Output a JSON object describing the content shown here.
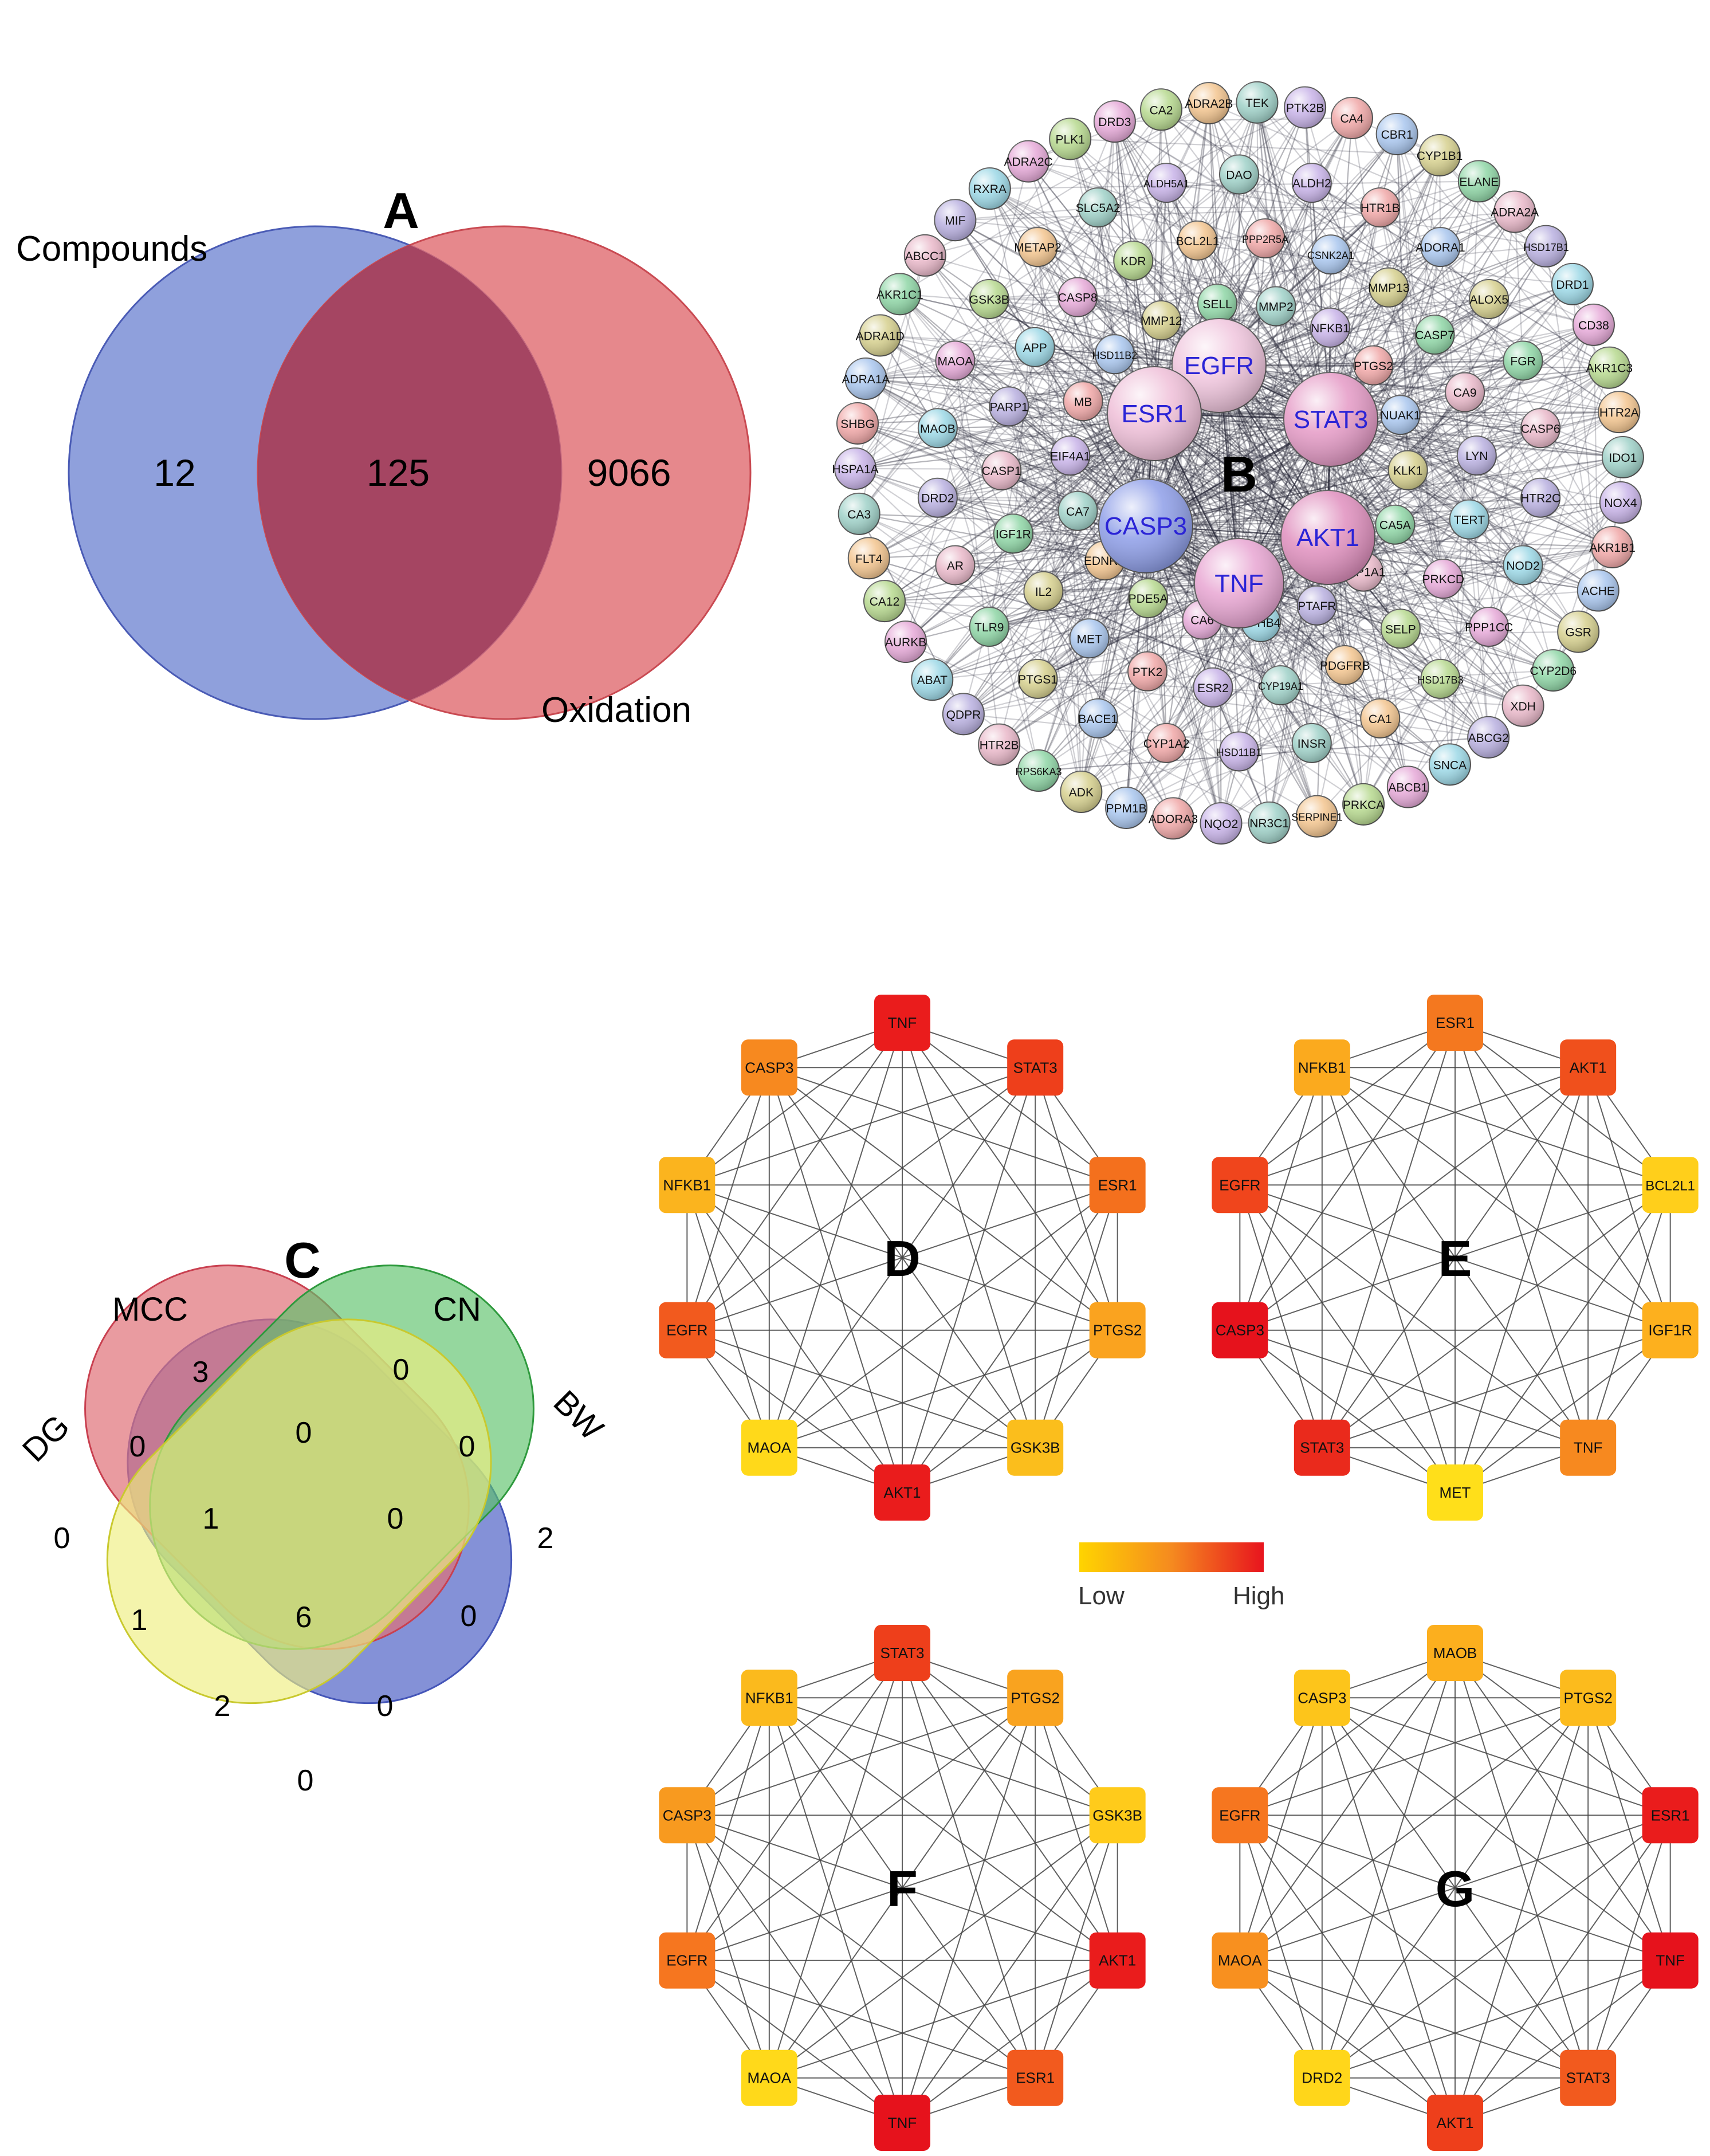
{
  "panel_a": {
    "letter": "A",
    "set_left_label": "Compounds",
    "set_right_label": "Oxidation",
    "only_left": "12",
    "overlap": "125",
    "only_right": "9066",
    "colors": {
      "left": "#7b8fd6",
      "right": "#e06a6f",
      "overlap": "#a0405e"
    }
  },
  "panel_b": {
    "letter": "B",
    "hubs": [
      "EGFR",
      "ESR1",
      "STAT3",
      "CASP3",
      "AKT1",
      "TNF"
    ],
    "inner_nodes": [
      "DAO",
      "ALDH2",
      "HTR1B",
      "ADORA1",
      "ALOX5",
      "FGR",
      "CASP6",
      "HTR2C",
      "NOD2",
      "PPP1CC",
      "HSD17B3",
      "CA1",
      "INSR",
      "HSD11B1",
      "CYP1A2",
      "BACE1",
      "PTGS1",
      "TLR9",
      "AR",
      "DRD2",
      "MAOB",
      "MAOA",
      "GSK3B",
      "METAP2",
      "SLC5A2",
      "ALDH5A1",
      "PPP2R5A",
      "CSNK2A1",
      "MMP13",
      "CASP7",
      "CA9",
      "LYN",
      "TERT",
      "PRKCD",
      "SELP",
      "PDGFRB",
      "CYP19A1",
      "ESR2",
      "PTK2",
      "MET",
      "IL2",
      "IGF1R",
      "CASP1",
      "PARP1",
      "APP",
      "CASP8",
      "KDR",
      "BCL2L1",
      "MMP2",
      "NFKB1",
      "PTGS2",
      "NUAK1",
      "KLK1",
      "CA5A",
      "ATP1A1",
      "PTAFR",
      "EPHB4",
      "CA6",
      "PDE5A",
      "EDNRA",
      "CA7",
      "EIF4A1",
      "MB",
      "HSD11B2",
      "MMP12",
      "SELL"
    ],
    "outer_nodes": [
      "DRD3",
      "CA2",
      "ADRA2B",
      "TEK",
      "PTK2B",
      "CA4",
      "CBR1",
      "CYP1B1",
      "ELANE",
      "ADRA2A",
      "HSD17B1",
      "DRD1",
      "CD38",
      "AKR1C3",
      "HTR2A",
      "IDO1",
      "NOX4",
      "AKR1B1",
      "ACHE",
      "GSR",
      "CYP2D6",
      "XDH",
      "ABCG2",
      "SNCA",
      "ABCB1",
      "PRKCA",
      "SERPINE1",
      "NR3C1",
      "NQO2",
      "ADORA3",
      "PPM1B",
      "ADK",
      "RPS6KA3",
      "HTR2B",
      "QDPR",
      "ABAT",
      "AURKB",
      "CA12",
      "FLT4",
      "CA3",
      "HSPA1A",
      "SHBG",
      "ADRA1A",
      "ADRA1D",
      "AKR1C1",
      "ABCC1",
      "MIF",
      "RXRA",
      "ADRA2C",
      "PLK1"
    ]
  },
  "panel_c": {
    "letter": "C",
    "labels": {
      "dg": "DG",
      "mcc": "MCC",
      "cn": "CN",
      "bw": "BW"
    },
    "counts": {
      "dg_only": "0",
      "mcc_only": "3",
      "cn_only": "0",
      "bw_only": "2",
      "dg_mcc": "0",
      "mcc_cn": "0",
      "cn_bw": "0",
      "dg_mcc_cn": "1",
      "mcc_cn_bw": "0",
      "dg_cn": "1",
      "all": "6",
      "mcc_bw": "0",
      "dg_cn_bw": "2",
      "dg_mcc_bw": "0",
      "dg_bw": "0"
    },
    "colors": {
      "dg": "#6f7ed0",
      "mcc": "#e07078",
      "cn": "#5cc26a",
      "bw": "#eeee80"
    }
  },
  "legend": {
    "low": "Low",
    "high": "High",
    "gradient": [
      "#ffd400",
      "#f58a1f",
      "#e8141e"
    ]
  },
  "hub_networks": [
    {
      "letter": "D",
      "nodes": [
        {
          "label": "TNF",
          "color": "#ea1c1c"
        },
        {
          "label": "STAT3",
          "color": "#ee3f1b"
        },
        {
          "label": "ESR1",
          "color": "#f4701d"
        },
        {
          "label": "PTGS2",
          "color": "#faa31f"
        },
        {
          "label": "GSK3B",
          "color": "#fbbe1c"
        },
        {
          "label": "AKT1",
          "color": "#ea1c1c"
        },
        {
          "label": "MAOA",
          "color": "#ffd91a"
        },
        {
          "label": "EGFR",
          "color": "#f25a1e"
        },
        {
          "label": "NFKB1",
          "color": "#fbb41e"
        },
        {
          "label": "CASP3",
          "color": "#f7891f"
        }
      ]
    },
    {
      "letter": "E",
      "nodes": [
        {
          "label": "ESR1",
          "color": "#f4781f"
        },
        {
          "label": "AKT1",
          "color": "#f0501c"
        },
        {
          "label": "BCL2L1",
          "color": "#ffcf1b"
        },
        {
          "label": "IGF1R",
          "color": "#fdb01e"
        },
        {
          "label": "TNF",
          "color": "#f7891f"
        },
        {
          "label": "MET",
          "color": "#ffdf1a"
        },
        {
          "label": "STAT3",
          "color": "#ea2a1c"
        },
        {
          "label": "CASP3",
          "color": "#e6121c"
        },
        {
          "label": "EGFR",
          "color": "#f0451c"
        },
        {
          "label": "NFKB1",
          "color": "#fbaa1e"
        }
      ]
    },
    {
      "letter": "F",
      "nodes": [
        {
          "label": "STAT3",
          "color": "#ee3f1b"
        },
        {
          "label": "PTGS2",
          "color": "#f9a31f"
        },
        {
          "label": "GSK3B",
          "color": "#ffcb1b"
        },
        {
          "label": "AKT1",
          "color": "#ea1c1c"
        },
        {
          "label": "ESR1",
          "color": "#f25a1e"
        },
        {
          "label": "TNF",
          "color": "#e6121c"
        },
        {
          "label": "MAOA",
          "color": "#ffd91a"
        },
        {
          "label": "EGFR",
          "color": "#f6761f"
        },
        {
          "label": "CASP3",
          "color": "#f89a1f"
        },
        {
          "label": "NFKB1",
          "color": "#fbba1d"
        }
      ]
    },
    {
      "letter": "G",
      "nodes": [
        {
          "label": "MAOB",
          "color": "#fcaf1e"
        },
        {
          "label": "PTGS2",
          "color": "#fcbb1d"
        },
        {
          "label": "ESR1",
          "color": "#ea1c1c"
        },
        {
          "label": "TNF",
          "color": "#e6121c"
        },
        {
          "label": "STAT3",
          "color": "#f25a1e"
        },
        {
          "label": "AKT1",
          "color": "#ee3f1b"
        },
        {
          "label": "DRD2",
          "color": "#ffd61a"
        },
        {
          "label": "MAOA",
          "color": "#f8901f"
        },
        {
          "label": "EGFR",
          "color": "#f6761f"
        },
        {
          "label": "CASP3",
          "color": "#fdc51b"
        }
      ]
    }
  ]
}
